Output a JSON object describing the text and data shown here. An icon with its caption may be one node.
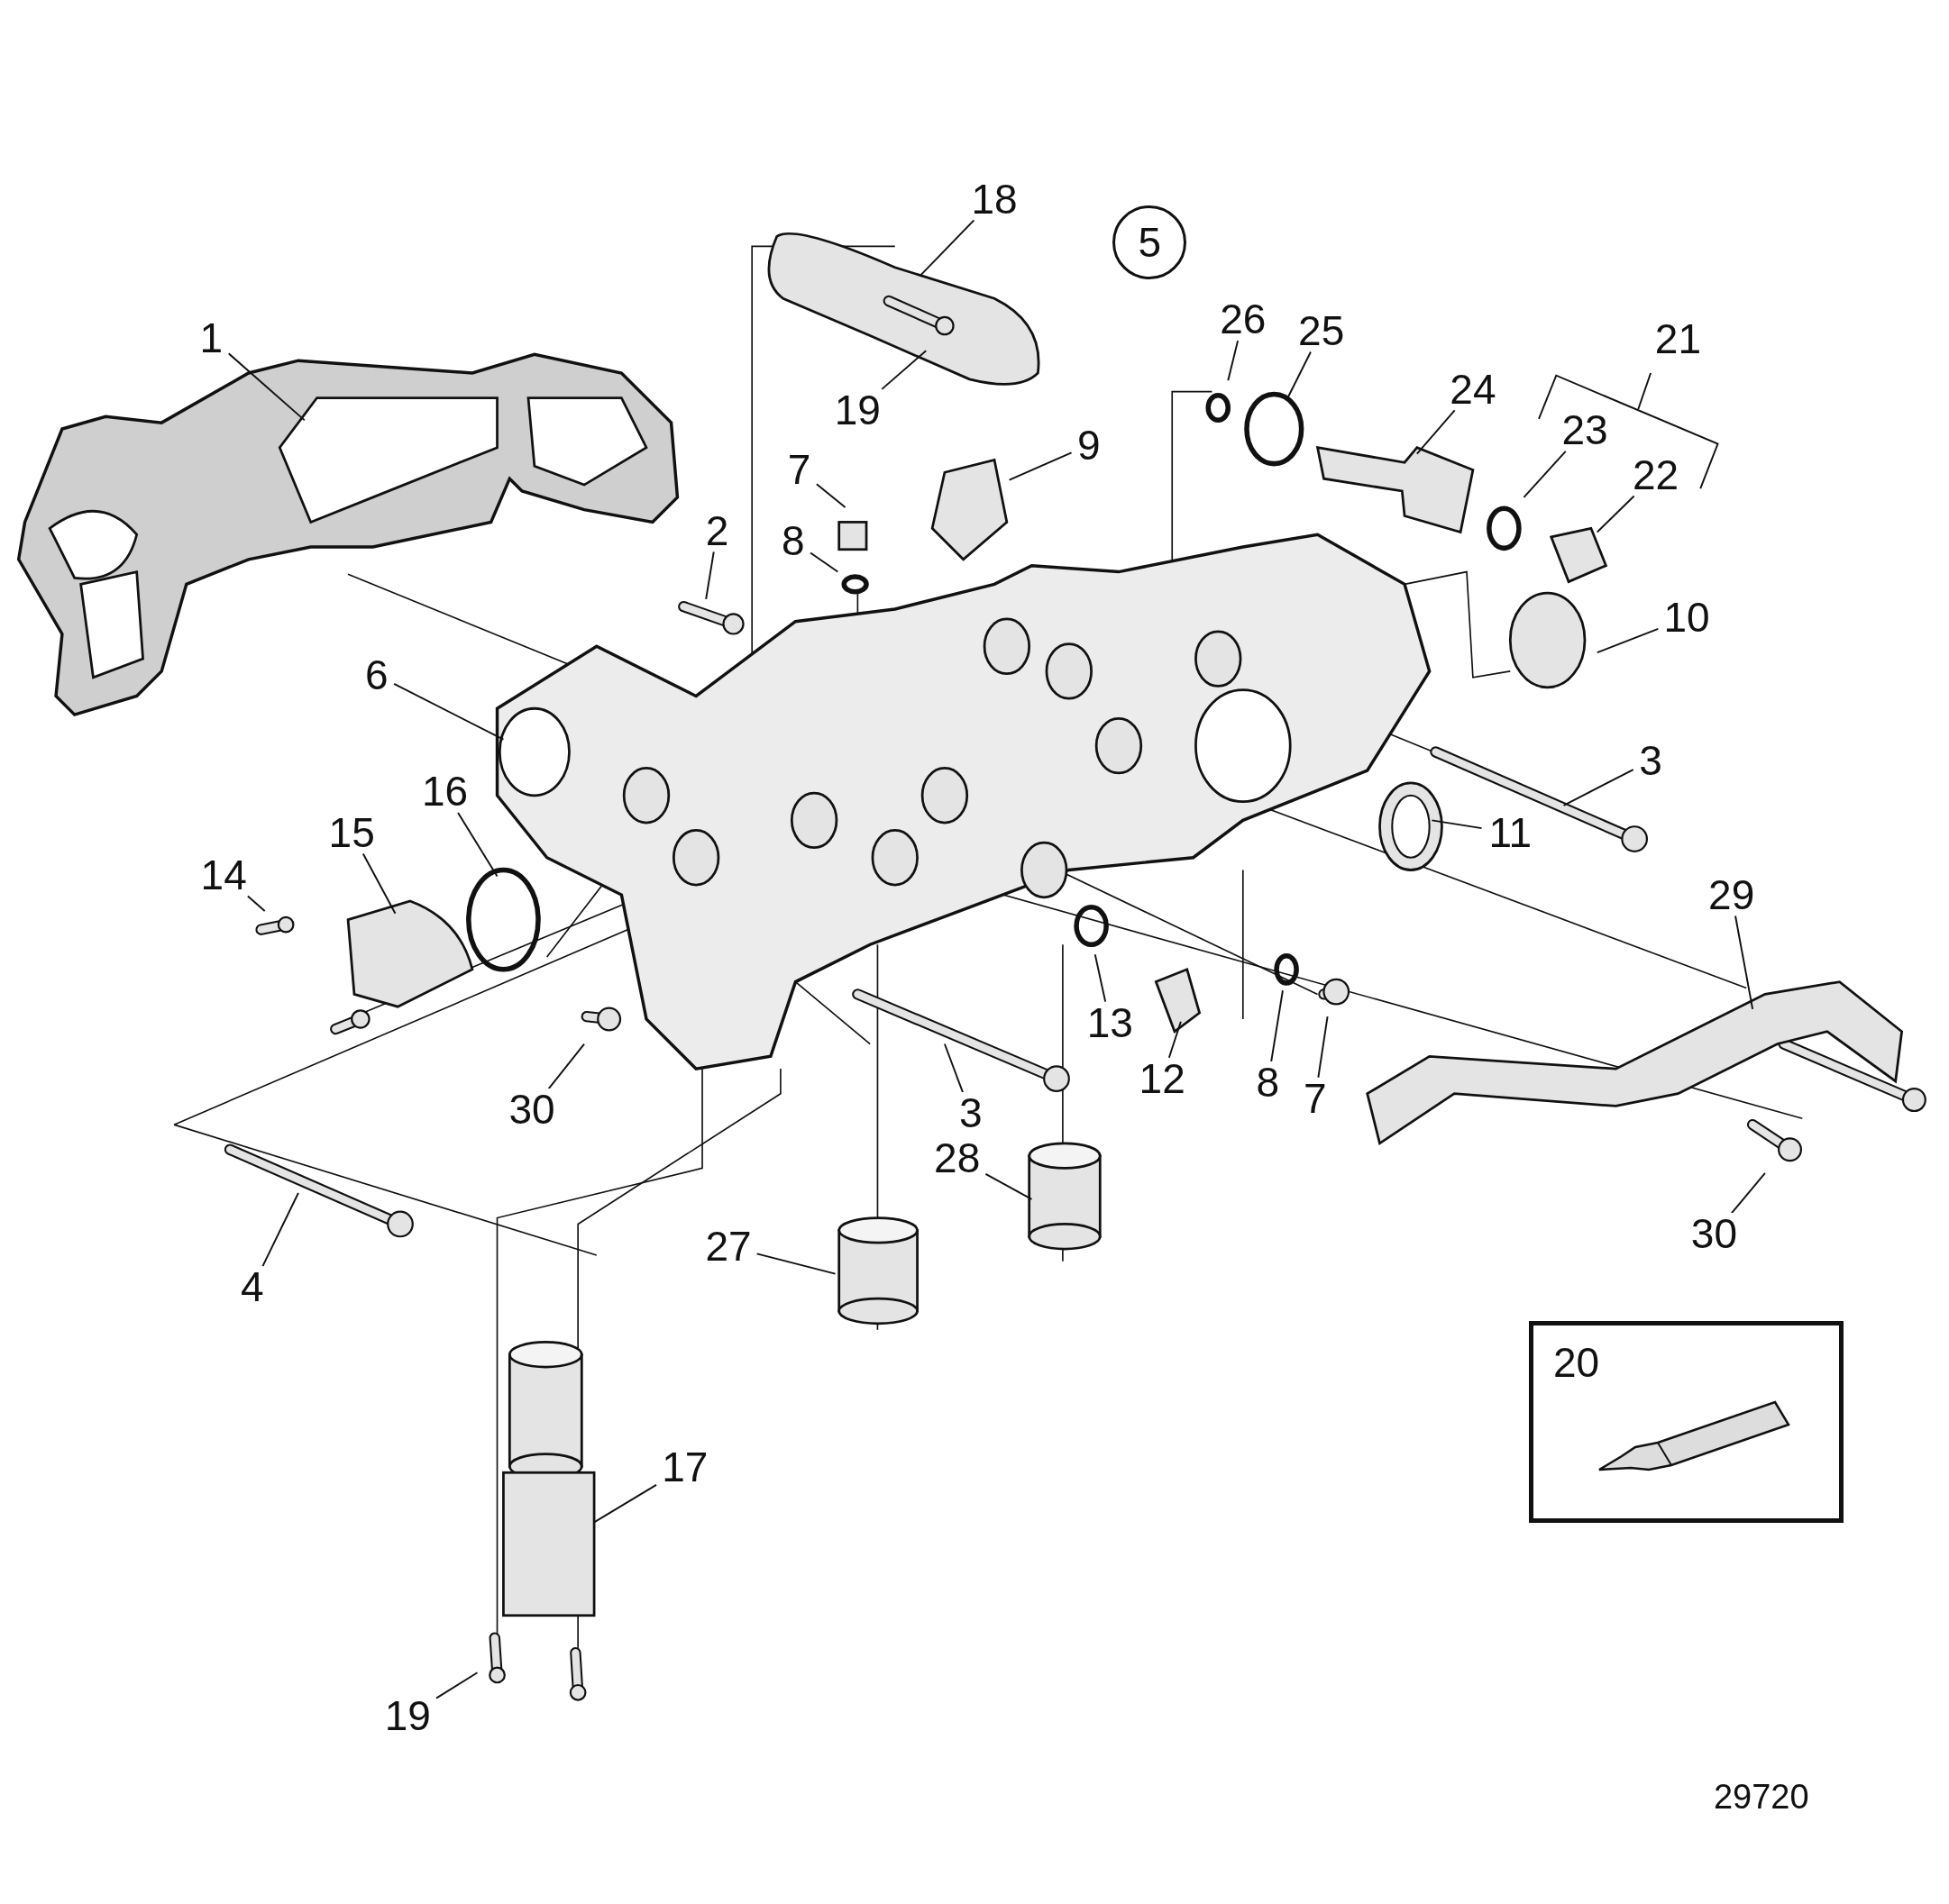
{
  "diagram": {
    "nodes": [
      {
        "text": [
          "18"
        ]
      },
      {
        "text": [
          "5"
        ]
      },
      {
        "text": [
          "26"
        ]
      },
      {
        "text": [
          "25"
        ]
      },
      {
        "text": [
          "1"
        ]
      },
      {
        "text": [
          "24"
        ]
      },
      {
        "text": [
          "19"
        ]
      },
      {
        "text": [
          "23"
        ]
      },
      {
        "text": [
          "9"
        ]
      },
      {
        "text": [
          "7"
        ]
      },
      {
        "text": [
          "22"
        ]
      },
      {
        "text": [
          "2"
        ]
      },
      {
        "text": [
          "8"
        ]
      },
      {
        "text": [
          "10"
        ]
      },
      {
        "text": [
          "6"
        ]
      },
      {
        "text": [
          "3"
        ]
      },
      {
        "text": [
          "16"
        ]
      },
      {
        "text": [
          "15"
        ]
      },
      {
        "text": [
          "11"
        ]
      },
      {
        "text": [
          "14"
        ]
      },
      {
        "text": [
          "29"
        ]
      },
      {
        "text": [
          "13"
        ]
      },
      {
        "text": [
          "12"
        ]
      },
      {
        "text": [
          "8"
        ]
      },
      {
        "text": [
          "7"
        ]
      },
      {
        "text": [
          "30"
        ]
      },
      {
        "text": [
          "3"
        ]
      },
      {
        "text": [
          "28"
        ]
      },
      {
        "text": [
          "27"
        ]
      },
      {
        "text": [
          "30"
        ]
      },
      {
        "text": [
          "4"
        ]
      },
      {
        "text": [
          "20"
        ]
      },
      {
        "text": [
          "17"
        ]
      },
      {
        "text": [
          "19"
        ]
      }
    ],
    "edges": [
      {
        "from": 0,
        "to": null,
        "arrow": "none"
      },
      {
        "from": 2,
        "to": null,
        "arrow": "none"
      },
      {
        "from": 3,
        "to": null,
        "arrow": "none"
      },
      {
        "from": 4,
        "to": null,
        "arrow": "none"
      },
      {
        "from": 5,
        "to": null,
        "arrow": "none"
      },
      {
        "from": 6,
        "to": null,
        "arrow": "none"
      },
      {
        "from": 7,
        "to": null,
        "arrow": "none"
      },
      {
        "from": 8,
        "to": null,
        "arrow": "none"
      },
      {
        "from": 9,
        "to": null,
        "arrow": "none"
      },
      {
        "from": 10,
        "to": null,
        "arrow": "none"
      },
      {
        "from": 11,
        "to": null,
        "arrow": "none"
      },
      {
        "from": 12,
        "to": null,
        "arrow": "none"
      },
      {
        "from": 13,
        "to": null,
        "arrow": "none"
      },
      {
        "from": 14,
        "to": null,
        "arrow": "none"
      },
      {
        "from": 15,
        "to": null,
        "arrow": "none"
      },
      {
        "from": 16,
        "to": null,
        "arrow": "none"
      },
      {
        "from": 17,
        "to": null,
        "arrow": "none"
      },
      {
        "from": 18,
        "to": null,
        "arrow": "none"
      },
      {
        "from": 19,
        "to": null,
        "arrow": "none"
      },
      {
        "from": 20,
        "to": null,
        "arrow": "none"
      },
      {
        "from": 21,
        "to": null,
        "arrow": "none"
      },
      {
        "from": 22,
        "to": null,
        "arrow": "none"
      },
      {
        "from": 23,
        "to": null,
        "arrow": "none"
      },
      {
        "from": 24,
        "to": null,
        "arrow": "none"
      },
      {
        "from": 25,
        "to": null,
        "arrow": "none"
      },
      {
        "from": 26,
        "to": null,
        "arrow": "none"
      },
      {
        "from": 27,
        "to": null,
        "arrow": "none"
      },
      {
        "from": 28,
        "to": null,
        "arrow": "none"
      },
      {
        "from": 29,
        "to": null,
        "arrow": "none"
      },
      {
        "from": 30,
        "to": null,
        "arrow": "none"
      },
      {
        "from": 32,
        "to": null,
        "arrow": "none"
      },
      {
        "from": 33,
        "to": null,
        "arrow": "none"
      }
    ],
    "labels": [
      "21",
      "29720"
    ]
  }
}
